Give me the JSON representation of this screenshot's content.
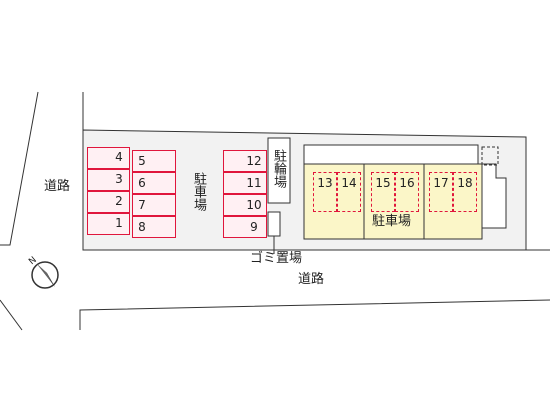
{
  "labels": {
    "road_left": "道路",
    "road_bottom": "道路",
    "parking_main": "駐車場",
    "parking_building": "駐車場",
    "bicycle_parking": "駐輪場",
    "garbage": "ゴミ置場",
    "north": "N"
  },
  "spots": {
    "left_col_a": [
      "4",
      "3",
      "2",
      "1"
    ],
    "left_col_b": [
      "5",
      "6",
      "7",
      "8"
    ],
    "mid_col": [
      "12",
      "11",
      "10",
      "9"
    ],
    "building": [
      "13",
      "14",
      "15",
      "16",
      "17",
      "18"
    ]
  },
  "colors": {
    "spot_border": "#e0163c",
    "spot_fill": "#fff0f3",
    "building_fill": "#fbf6c8",
    "line": "#333333",
    "lot_fill": "#f2f2f2"
  }
}
